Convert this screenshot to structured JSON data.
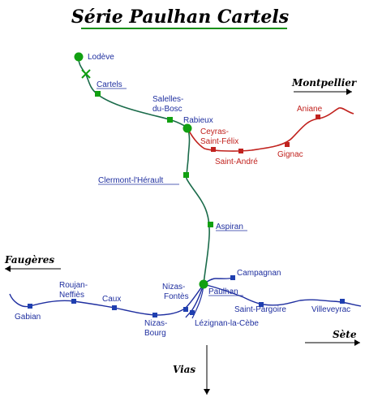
{
  "title": "Série Paulhan Cartels",
  "colors": {
    "green_line": "#1a6b4a",
    "blue_line": "#1f2fa0",
    "red_line": "#c1221e",
    "station_green": "#11a011",
    "station_blue": "#1f3fb0",
    "station_red": "#c1221e",
    "title_underline": "#1a8f1a"
  },
  "icons": {
    "terminus": "filled-circle-icon",
    "station": "square-icon",
    "junction": "crossed-swords-icon",
    "direction": "arrow-icon"
  },
  "directions": {
    "montpellier": "Montpellier",
    "faugeres": "Faugères",
    "sete": "Sète",
    "vias": "Vias"
  },
  "stations": {
    "lodeve": "Lodève",
    "cartels": "Cartels",
    "salelles_1": "Salelles-",
    "salelles_2": "du-Bosc",
    "rabieux": "Rabieux",
    "ceyras_1": "Ceyras-",
    "ceyras_2": "Saint-Félix",
    "saint_andre": "Saint-André",
    "gignac": "Gignac",
    "aniane": "Aniane",
    "clermont": "Clermont-l'Hérault",
    "aspiran": "Aspiran",
    "campagnan": "Campagnan",
    "paulhan": "Paulhan",
    "saint_pargoire": "Saint-Pargoire",
    "villeveyrac": "Villeveyrac",
    "lezignan": "Lézignan-la-Cèbe",
    "nizas_fontes_1": "Nizas-",
    "nizas_fontes_2": "Fontès",
    "nizas_bourg_1": "Nizas-",
    "nizas_bourg_2": "Bourg",
    "caux": "Caux",
    "roujan_1": "Roujan-",
    "roujan_2": "Neffiès",
    "gabian": "Gabian"
  }
}
